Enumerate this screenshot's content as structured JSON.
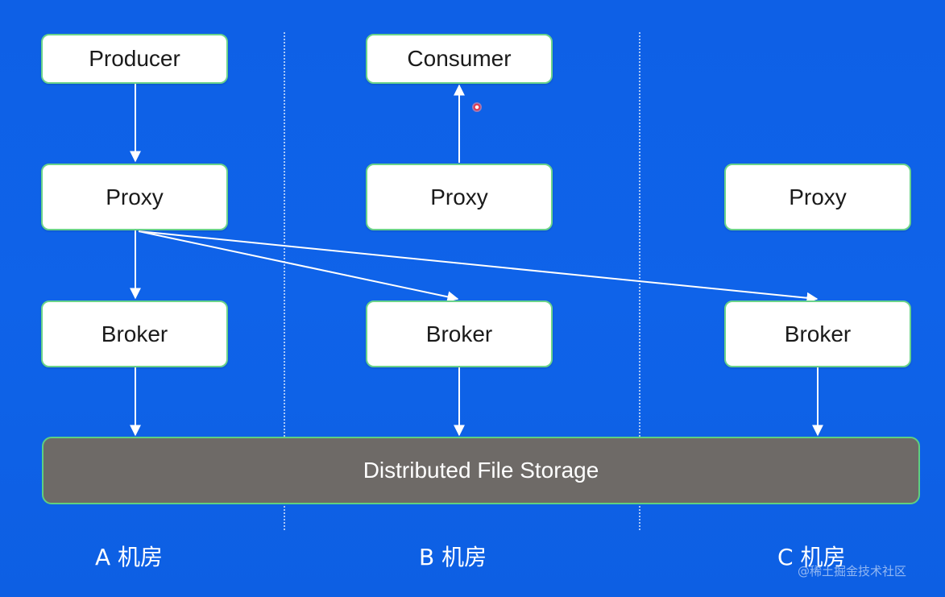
{
  "nodes": {
    "producer": "Producer",
    "consumer": "Consumer",
    "proxy_a": "Proxy",
    "proxy_b": "Proxy",
    "proxy_c": "Proxy",
    "broker_a": "Broker",
    "broker_b": "Broker",
    "broker_c": "Broker"
  },
  "storage": "Distributed File Storage",
  "rooms": {
    "a": "A 机房",
    "b": "B 机房",
    "c": "C 机房"
  },
  "watermark": "@稀土掘金技术社区",
  "colors": {
    "background": "#0f63e8",
    "node_fill": "#ffffff",
    "node_border": "#6bd38a",
    "storage_fill": "#6e6a67",
    "arrow": "#ffffff"
  }
}
